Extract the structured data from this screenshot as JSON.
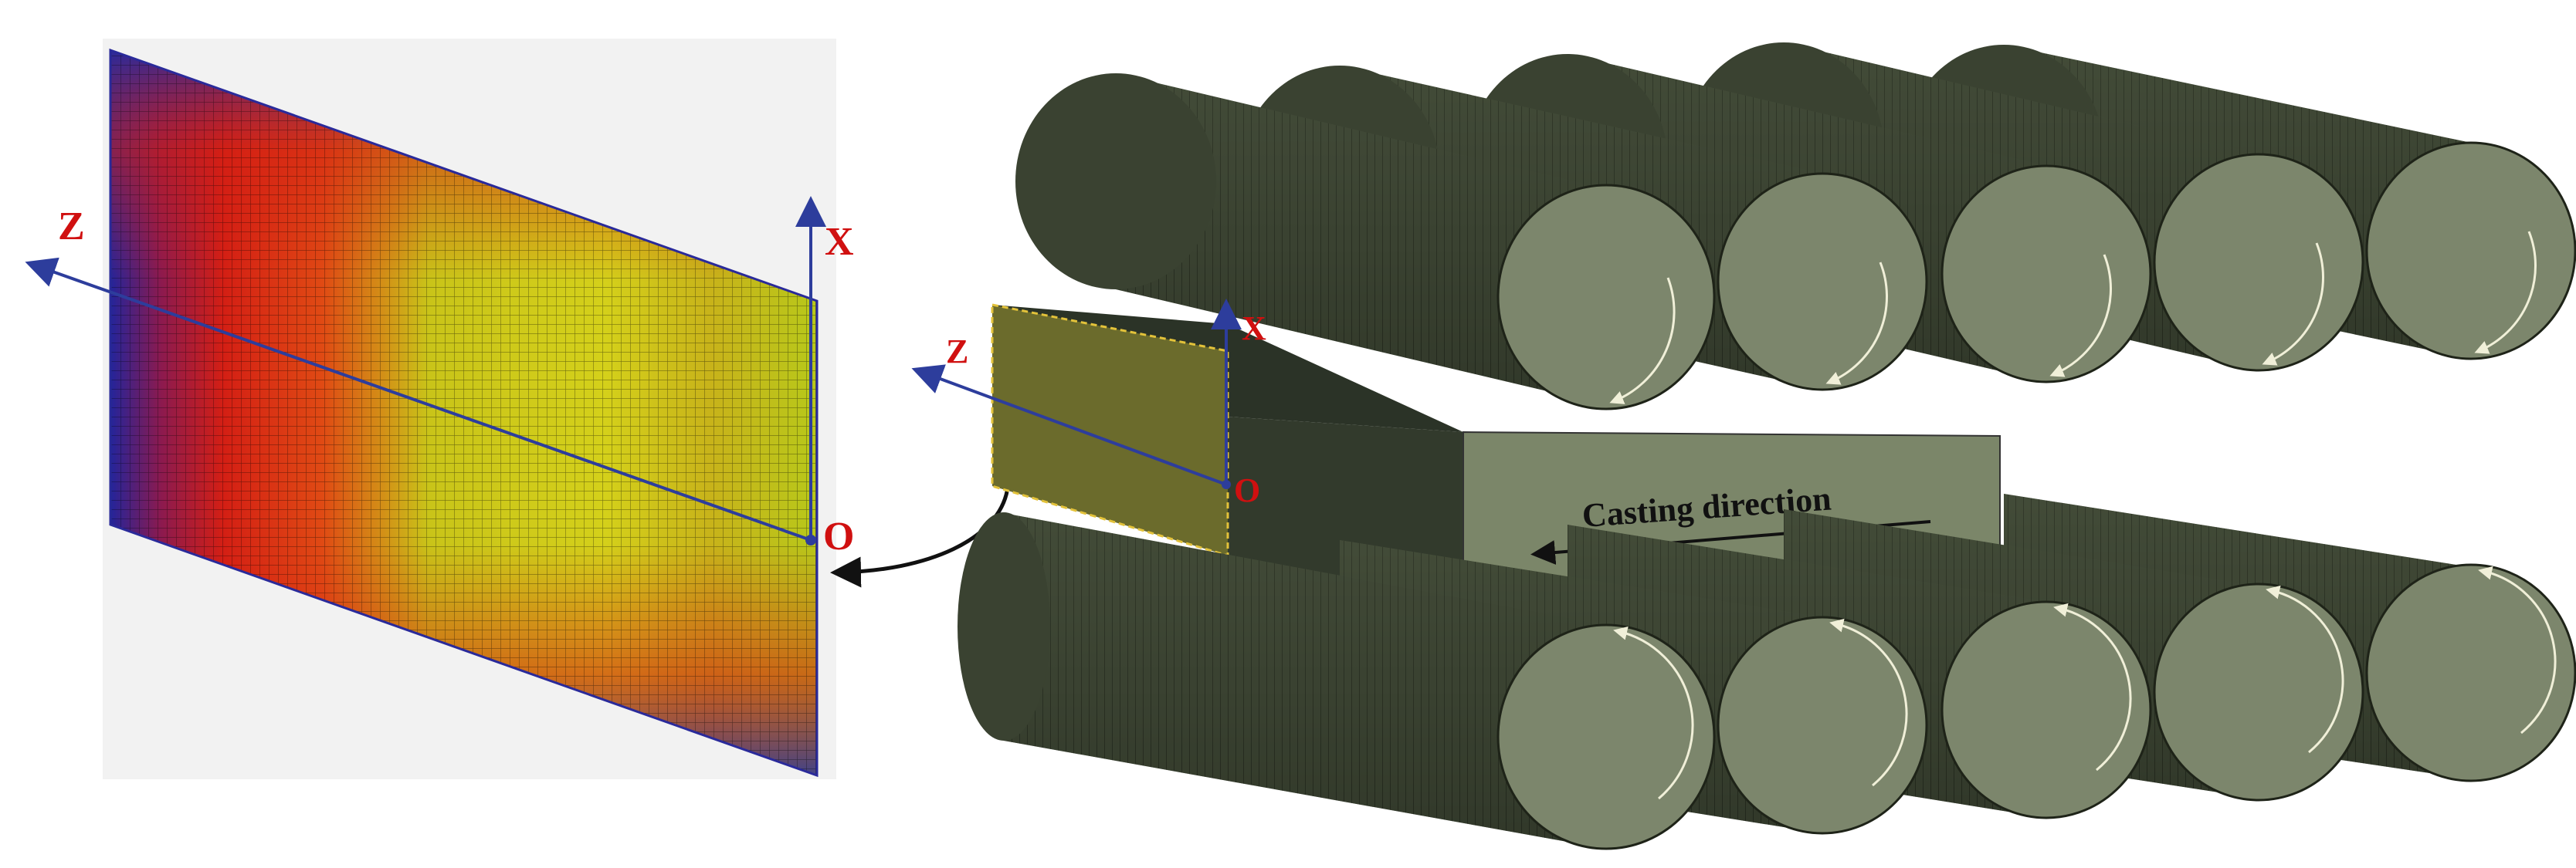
{
  "left_panel": {
    "axis_z": "Z",
    "axis_x": "X",
    "origin": "O"
  },
  "right_panel": {
    "axis_z": "Z",
    "axis_x": "X",
    "origin": "O",
    "casting_label": "Casting direction"
  },
  "rollers": {
    "upper_row_count": 5,
    "lower_row_count": 5
  },
  "colors": {
    "mesh_outer": "#2a2a9a",
    "mesh_ring_red": "#dd1f14",
    "mesh_core_yellow": "#d8dc1c",
    "axis_blue": "#2d3d9c",
    "label_red": "#d01010",
    "roller_body": "#3a4231",
    "roller_face": "#7c866c",
    "slab_face": "#6b6b2c",
    "slab_top": "#2b3327",
    "plate_front": "#7b8669"
  }
}
